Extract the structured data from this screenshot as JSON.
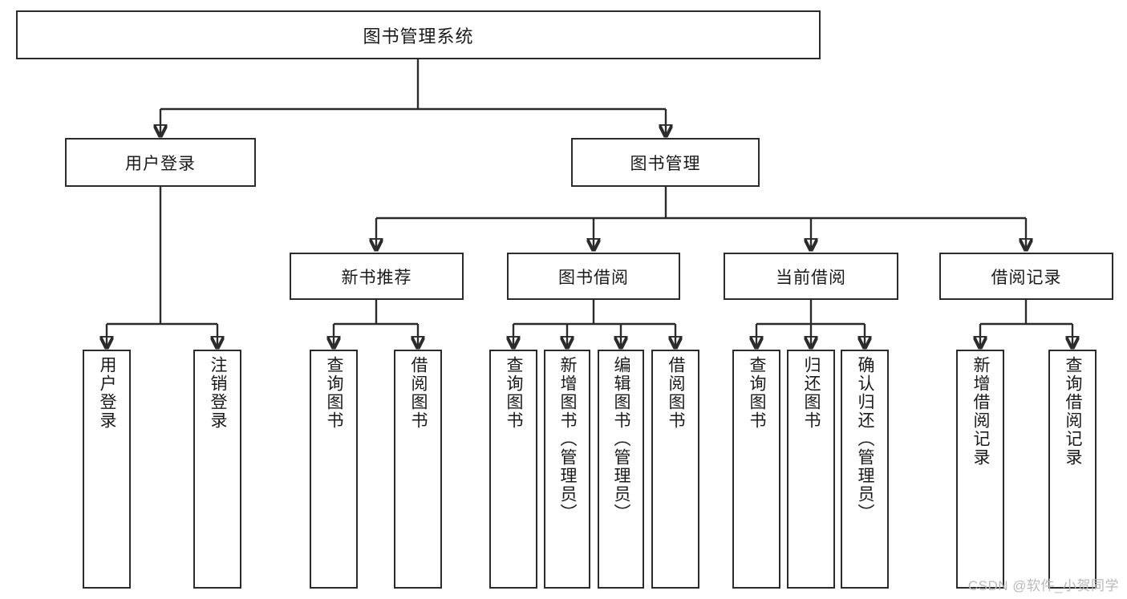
{
  "diagram": {
    "title": "图书管理系统",
    "type": "hierarchy-tree",
    "watermark": "CSDN @软件_小贺同学",
    "colors": {
      "stroke": "#2b2b2b",
      "background": "#ffffff",
      "text": "#1a1a1a",
      "watermark": "#b9b9b9"
    }
  },
  "nodes": {
    "root": {
      "label": "图书管理系统"
    },
    "level2": [
      {
        "label": "用户登录"
      },
      {
        "label": "图书管理"
      }
    ],
    "level3": [
      {
        "label": "新书推荐"
      },
      {
        "label": "图书借阅"
      },
      {
        "label": "当前借阅"
      },
      {
        "label": "借阅记录"
      }
    ],
    "leaves": {
      "user_login": [
        {
          "label": "用户登录"
        },
        {
          "label": "注销登录"
        }
      ],
      "new_book_recommend": [
        {
          "label": "查询图书"
        },
        {
          "label": "借阅图书"
        }
      ],
      "book_borrow": [
        {
          "label": "查询图书"
        },
        {
          "label": "新增图书（管理员）"
        },
        {
          "label": "编辑图书（管理员）"
        },
        {
          "label": "借阅图书"
        }
      ],
      "current_borrow": [
        {
          "label": "查询图书"
        },
        {
          "label": "归还图书"
        },
        {
          "label": "确认归还（管理员）"
        }
      ],
      "borrow_record": [
        {
          "label": "新增借阅记录"
        },
        {
          "label": "查询借阅记录"
        }
      ]
    }
  }
}
